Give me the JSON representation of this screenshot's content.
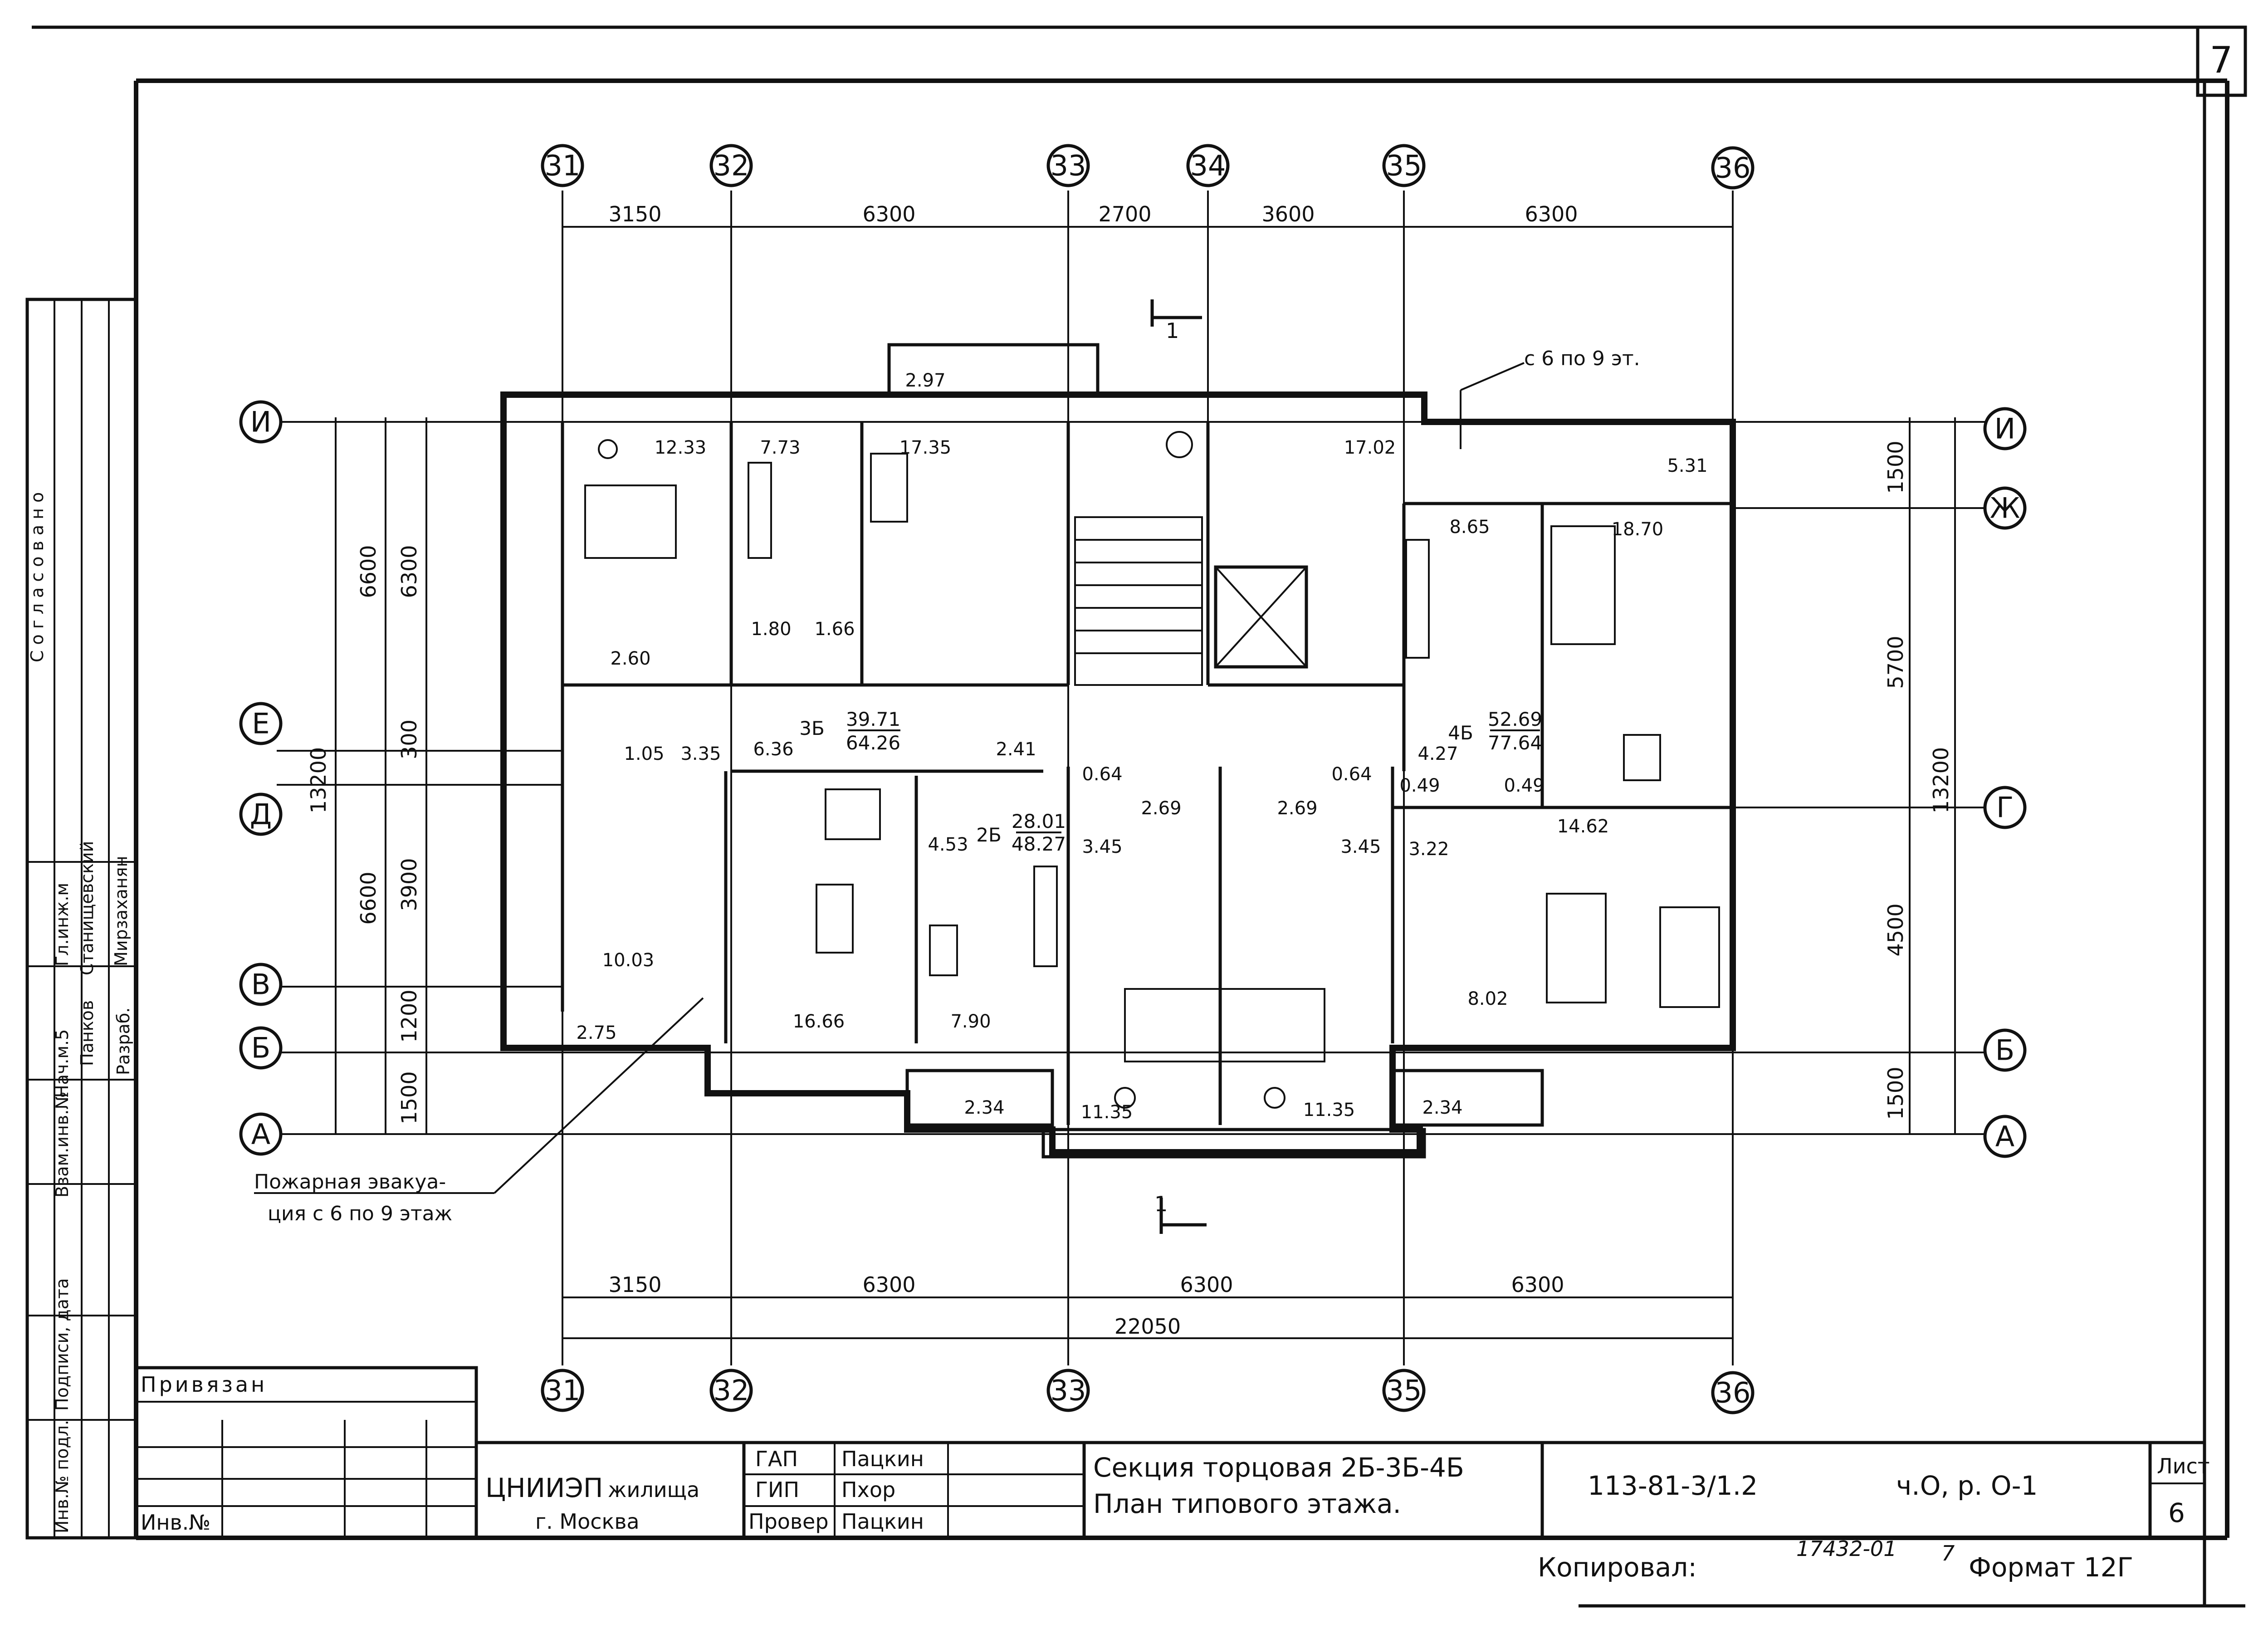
{
  "sheet": {
    "number": "7",
    "stamp_approved": "Согласовано",
    "bound_label": "Привязан",
    "inv_label": "Инв.№",
    "copied_label": "Копировал:",
    "copied_note": "17432-01",
    "copied_page": "7",
    "format_label": "Формат 12Г"
  },
  "axes": {
    "vertical": [
      "31",
      "32",
      "33",
      "34",
      "35",
      "36"
    ],
    "vertical_bottom": [
      "31",
      "32",
      "33",
      "35",
      "36"
    ],
    "horizontal_left": [
      "И",
      "Е",
      "Д",
      "В",
      "Б",
      "А"
    ],
    "horizontal_right": [
      "И",
      "Ж",
      "Г",
      "Б",
      "А"
    ]
  },
  "dimensions": {
    "top": [
      "3150",
      "6300",
      "2700",
      "3600",
      "6300"
    ],
    "bottom": [
      "3150",
      "6300",
      "6300",
      "6300"
    ],
    "bottom_total": "22050",
    "left_outer": [
      "13200"
    ],
    "left_mid": [
      "6600",
      "6600"
    ],
    "left_inner": [
      "6300",
      "300",
      "3900",
      "1200",
      "1500"
    ],
    "right_inner": [
      "1500",
      "5700",
      "4500",
      "1500"
    ],
    "right_outer": [
      "13200"
    ]
  },
  "section_mark": "1",
  "rooms": [
    "12.33",
    "7.73",
    "17.35",
    "17.02",
    "5.31",
    "8.65",
    "18.70",
    "1.80",
    "1.66",
    "2.60",
    "1.05",
    "3.35",
    "6.36",
    "2.41",
    "0.64",
    "0.64",
    "2.69",
    "2.69",
    "4.27",
    "0.49",
    "0.49",
    "4.53",
    "3.45",
    "3.45",
    "3.22",
    "14.62",
    "10.03",
    "16.66",
    "7.90",
    "8.02",
    "2.75",
    "2.34",
    "11.35",
    "11.35",
    "2.34",
    "2.97"
  ],
  "apartments": [
    {
      "code": "3Б",
      "area_living": "39.71",
      "area_total": "64.26"
    },
    {
      "code": "2Б",
      "area_living": "28.01",
      "area_total": "48.27"
    },
    {
      "code": "4Б",
      "area_living": "52.69",
      "area_total": "77.64"
    }
  ],
  "notes": {
    "floors_6_9": "с 6 по 9 эт.",
    "fire_evac_line1": "Пожарная эвакуа-",
    "fire_evac_line2": "ция с 6 по 9 этаж"
  },
  "side_stamp": {
    "rows": [
      "Нач.м.5",
      "Гл.инж.м",
      "Разраб.",
      "Взам.инв.№",
      "Подписи, дата",
      "Инв.№ подл."
    ],
    "names": [
      "Станищевский",
      "Панков",
      "Мирзаханян"
    ]
  },
  "title_block": {
    "org": "ЦНИИЭП",
    "org_sub": "жилища",
    "city": "г. Москва",
    "roles": [
      "ГАП",
      "ГИП",
      "Провер"
    ],
    "names": [
      "Пацкин",
      "Пхор",
      "Пацкин"
    ],
    "title_line1": "Секция торцовая 2Б-3Б-4Б",
    "title_line2": "План типового этажа.",
    "doc_code": "113-81-3/1.2",
    "doc_part": "ч.О, р. О-1",
    "sheet_label": "Лист",
    "sheet_no": "6"
  }
}
